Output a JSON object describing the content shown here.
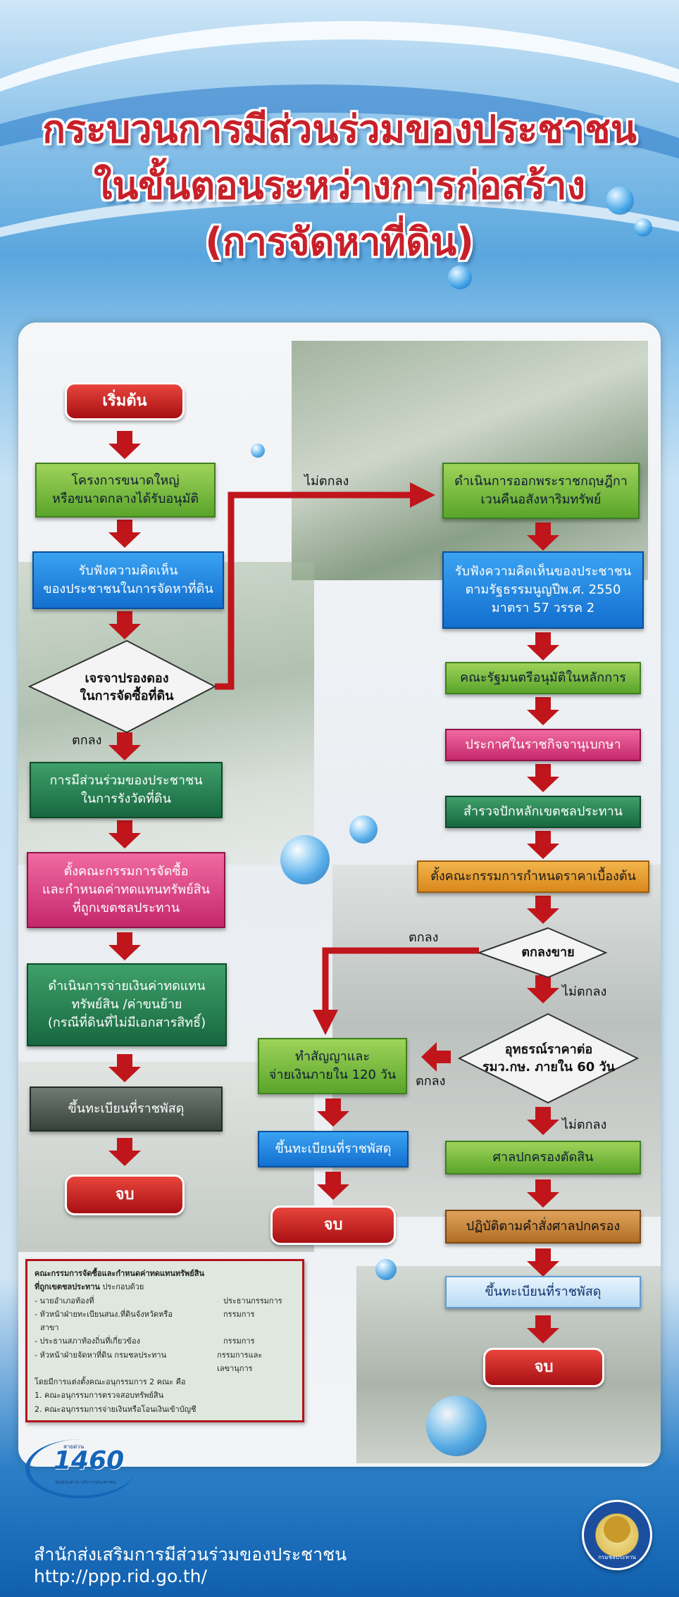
{
  "title": {
    "line1": "กระบวนการมีส่วนร่วมของประชาชน",
    "line2": "ในขั้นตอนระหว่างการก่อสร้าง",
    "line3": "(การจัดหาที่ดิน)"
  },
  "left_flow": {
    "start": "เริ่มต้น",
    "step1": "โครงการขนาดใหญ่\nหรือขนาดกลางได้รับอนุมัติ",
    "step2": "รับฟังความคิดเห็น\nของประชาชนในการจัดหาที่ดิน",
    "decision": "เจรจาปรองดอง\nในการจัดซื้อที่ดิน",
    "agree_label": "ตกลง",
    "disagree_label": "ไม่ตกลง",
    "step3": "การมีส่วนร่วมของประชาชน\nในการรังวัดที่ดิน",
    "step4": "ตั้งคณะกรรมการจัดซื้อ\nและกำหนดค่าทดแทนทรัพย์สิน\nที่ถูกเขตชลประทาน",
    "step5": "ดำเนินการจ่ายเงินค่าทดแทน\nทรัพย์สิน /ค่าขนย้าย\n(กรณีที่ดินที่ไม่มีเอกสารสิทธิ์)",
    "step6": "ขึ้นทะเบียนที่ราชพัสดุ",
    "end": "จบ"
  },
  "right_flow": {
    "step1": "ดำเนินการออกพระราชกฤษฎีกา\nเวนคืนอสังหาริมทรัพย์",
    "step2": "รับฟังความคิดเห็นของประชาชน\nตามรัฐธรรมนูญปีพ.ศ. 2550\nมาตรา 57 วรรค 2",
    "step3": "คณะรัฐมนตรีอนุมัติในหลักการ",
    "step4": "ประกาศในราชกิจจานุเบกษา",
    "step5": "สำรวจปักหลักเขตชลประทาน",
    "step6": "ตั้งคณะกรรมการกำหนดราคาเบื้องต้น",
    "decision1": "ตกลงขาย",
    "decision1_yes": "ตกลง",
    "decision1_no": "ไม่ตกลง",
    "decision2": "อุทธรณ์ราคาต่อ\nรมว.กษ. ภายใน 60 วัน",
    "decision2_yes": "ตกลง",
    "decision2_no": "ไม่ตกลง",
    "step7": "ศาลปกครองตัดสิน",
    "step8": "ปฏิบัติตามคำสั่งศาลปกครอง",
    "step9": "ขึ้นทะเบียนที่ราชพัสดุ",
    "end": "จบ"
  },
  "middle_flow": {
    "step1": "ทำสัญญาและ\nจ่ายเงินภายใน 120 วัน",
    "step2": "ขึ้นทะเบียนที่ราชพัสดุ",
    "end": "จบ"
  },
  "legend": {
    "title1": "คณะกรรมการจัดซื้อและกำหนดค่าทดแทนทรัพย์สิน",
    "title2": "ที่ถูกเขตชลประทาน",
    "title2_suffix": " ประกอบด้วย",
    "rows": [
      {
        "left": "- นายอำเภอท้องที่",
        "right": "ประธานกรรมการ"
      },
      {
        "left": "- หัวหน้าฝ่ายทะเบียนสนง.ที่ดินจังหวัดหรือ",
        "right": "กรรมการ"
      },
      {
        "left": "  สาขา",
        "right": ""
      },
      {
        "left": "- ประธานสภาท้องถิ่นที่เกี่ยวข้อง",
        "right": "กรรมการ"
      },
      {
        "left": "- หัวหน้าฝ่ายจัดหาที่ดิน กรมชลประทาน",
        "right": "กรรมการและเลขานุการ"
      }
    ],
    "sub_intro": "โดยมีการแต่งตั้งคณะอนุกรรมการ 2 คณะ คือ",
    "sub1": "1. คณะอนุกรรมการตรวจสอบทรัพย์สิน",
    "sub2": "2. คณะอนุกรรมการจ่ายเงินหรือโอนเงินเข้าบัญชี"
  },
  "logo": {
    "number": "1460",
    "caption": "สายด่วน",
    "subcaption": "ชลประทาน บริการประชาชน"
  },
  "footer": {
    "org": "สำนักส่งเสริมการมีส่วนร่วมของประชาชน",
    "url": "http://ppp.rid.go.th/",
    "seal_text": "กรมชลประทาน"
  },
  "colors": {
    "title_red": "#c8202a",
    "arrow_red": "#c0151b",
    "start_end_red": "#b71418"
  }
}
